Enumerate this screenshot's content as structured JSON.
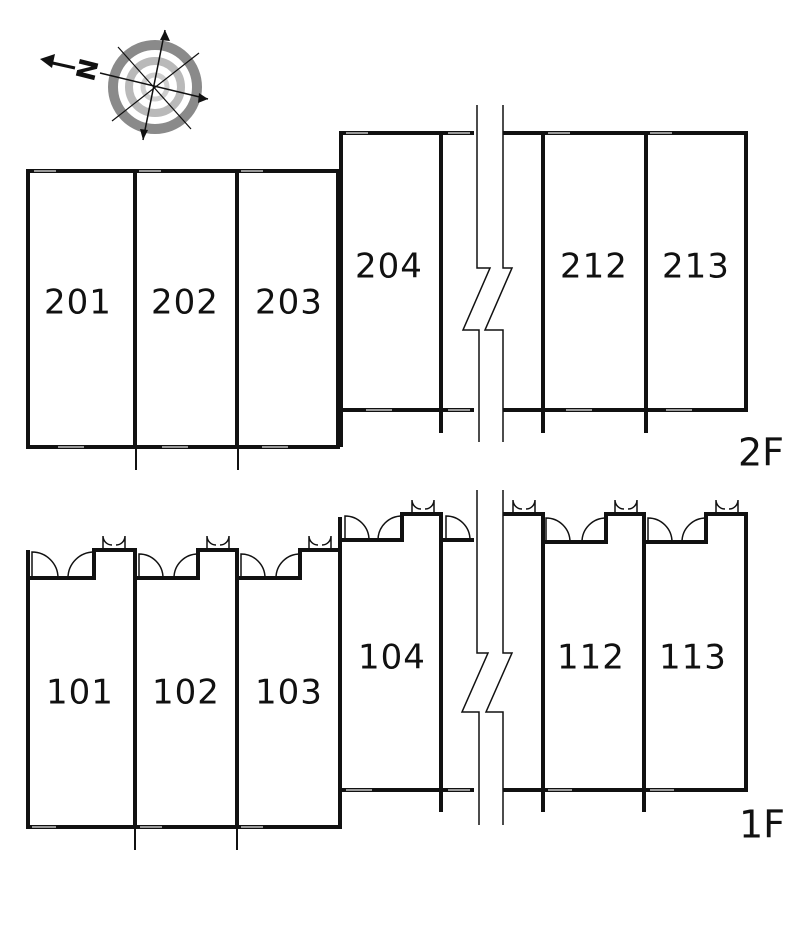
{
  "compass": {
    "north_letter": "N"
  },
  "floors": {
    "second": {
      "label": "2F",
      "units": [
        "201",
        "202",
        "203",
        "204",
        "212",
        "213"
      ]
    },
    "first": {
      "label": "1F",
      "units": [
        "101",
        "102",
        "103",
        "104",
        "112",
        "113"
      ]
    }
  }
}
